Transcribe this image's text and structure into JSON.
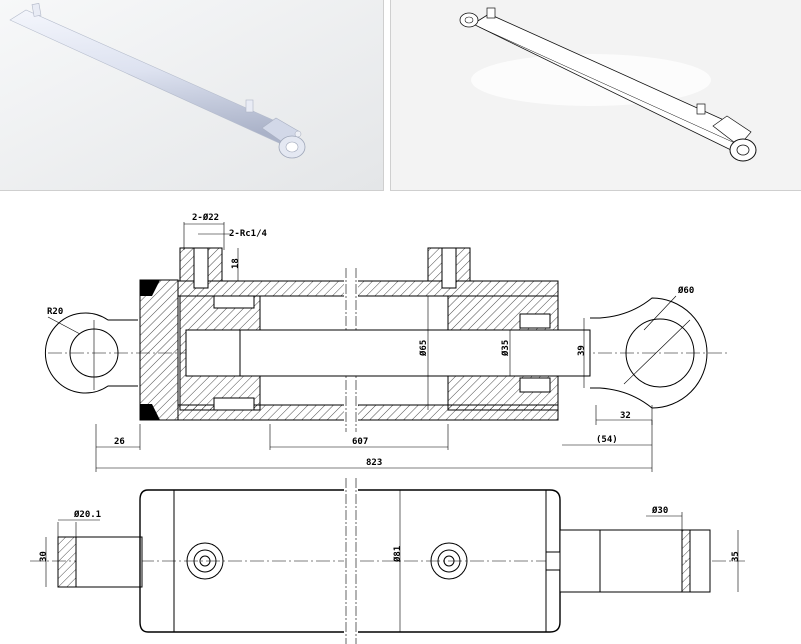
{
  "renders": {
    "left": {
      "style": "shaded",
      "body_color": "#dde2f0",
      "background": "#eef0f2"
    },
    "right": {
      "style": "wireframe",
      "background": "#f1f1f1"
    }
  },
  "dimensions": {
    "ports_dia": "2-Ø22",
    "ports_thread": "2-Rc1/4",
    "port_height": "18",
    "rear_eye_radius": "R20",
    "eye_dia": "Ø60",
    "bore": "Ø65",
    "rod": "Ø35",
    "rod_end_width": "39",
    "eye_offset": "32",
    "stroke_ref": "(54)",
    "rear_offset": "26",
    "stroke": "607",
    "overall_length": "823",
    "pin_hole": "Ø20.1",
    "rear_lug_width": "30",
    "tube_od": "Ø81",
    "rod_pin_hole": "Ø30",
    "rod_eye_width": "35"
  },
  "colors": {
    "line": "#000000",
    "background": "#ffffff"
  }
}
